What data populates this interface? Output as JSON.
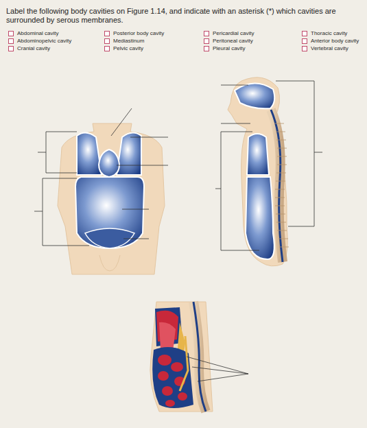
{
  "diagram": {
    "title": "Label the following body cavities on Figure 1.14, and indicate with an asterisk (*) which cavities are surrounded by serous membranes.",
    "labels": [
      "Abdominal cavity",
      "Abdominopelvic cavity",
      "Cranial cavity",
      "Posterior body cavity",
      "Mediastinum",
      "Pelvic cavity",
      "Pericardial cavity",
      "Peritoneal cavity",
      "Pleural cavity",
      "Thoracic cavity",
      "Anterior body cavity",
      "Vertebral cavity"
    ]
  }
}
